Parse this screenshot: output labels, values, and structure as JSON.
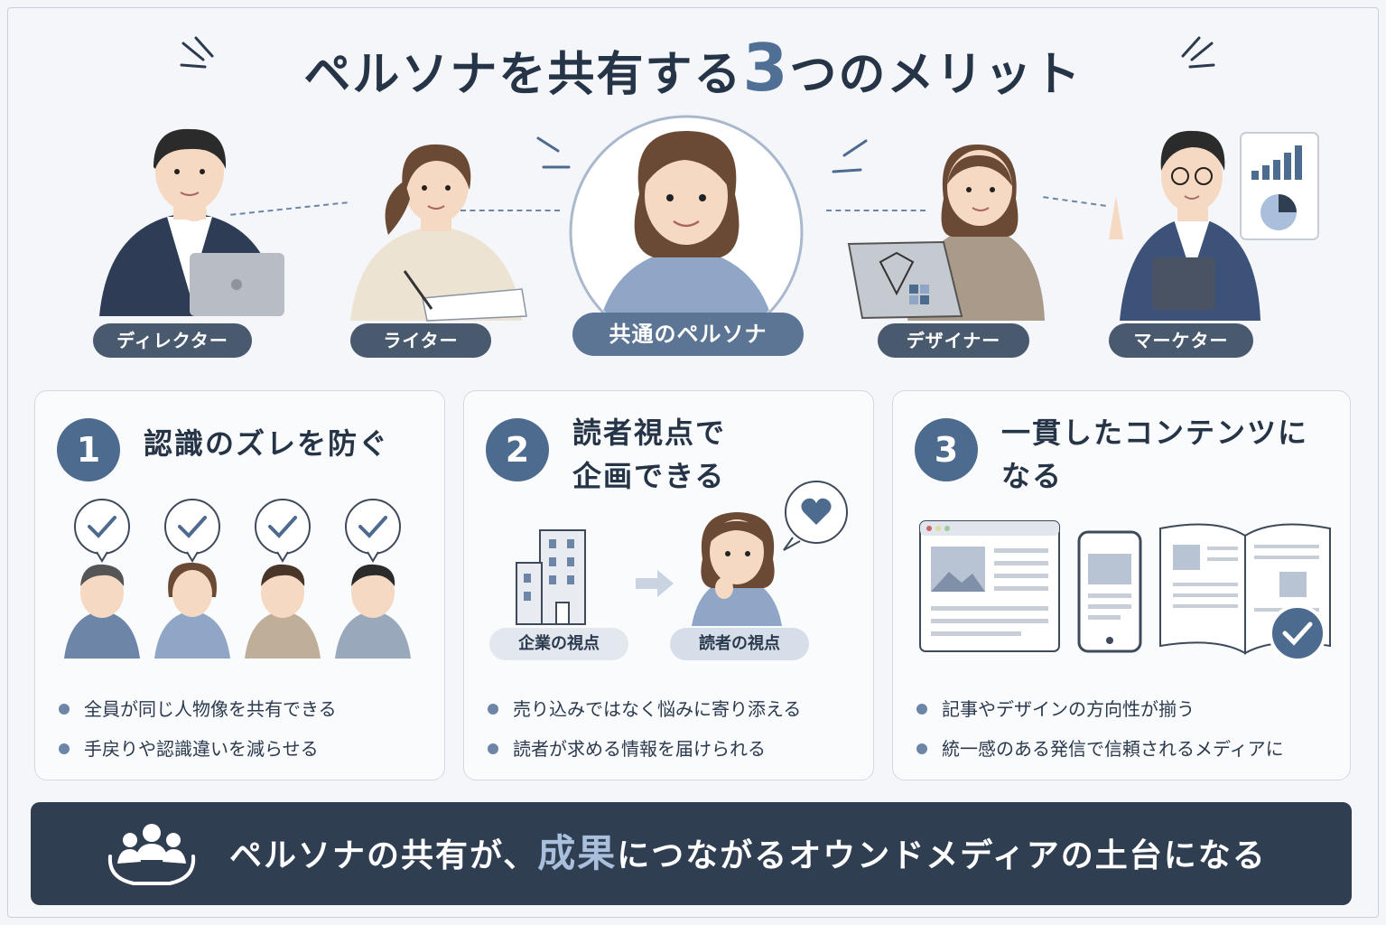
{
  "title": {
    "prefix": "ペルソナを共有する",
    "number": "3",
    "suffix": "つのメリット"
  },
  "personas": {
    "director": "ディレクター",
    "writer": "ライター",
    "center": "共通のペルソナ",
    "designer": "デザイナー",
    "marketer": "マーケター"
  },
  "cards": [
    {
      "number": "1",
      "title": "認識のズレを防ぐ",
      "bullets": [
        "全員が同じ人物像を共有できる",
        "手戻りや認識違いを減らせる"
      ]
    },
    {
      "number": "2",
      "title": "読者視点で\n企画できる",
      "company_view": "企業の視点",
      "reader_view": "読者の視点",
      "bullets": [
        "売り込みではなく悩みに寄り添える",
        "読者が求める情報を届けられる"
      ]
    },
    {
      "number": "3",
      "title": "一貫したコンテンツに\nなる",
      "bullets": [
        "記事やデザインの方向性が揃う",
        "統一感のある発信で信頼されるメディアに"
      ]
    }
  ],
  "banner": {
    "before": "ペルソナの共有が、",
    "highlight": "成果",
    "after": "につながるオウンドメディアの土台になる"
  },
  "colors": {
    "navy": "#2f3e51",
    "accent": "#4d6a8f",
    "pill": "#4a5a6e"
  }
}
